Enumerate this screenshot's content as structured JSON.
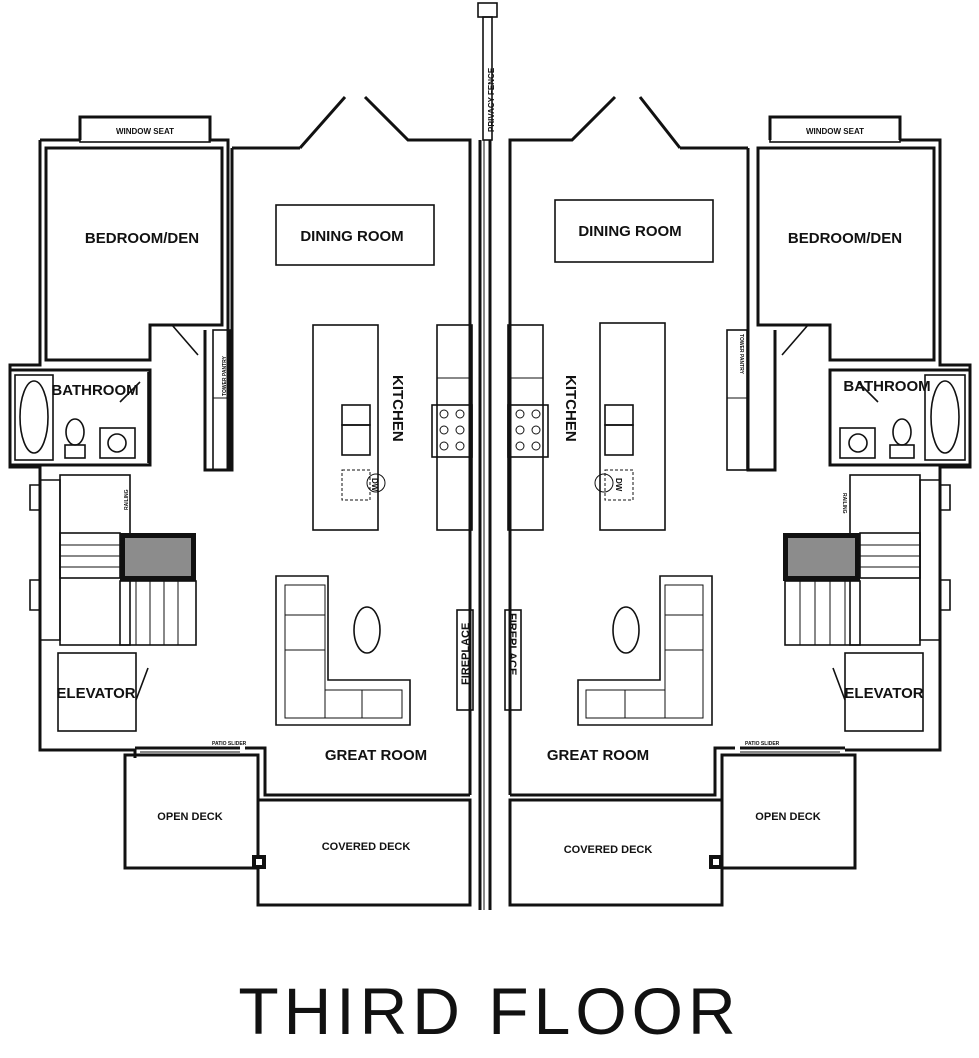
{
  "title": "THIRD FLOOR",
  "labels": {
    "privacy_fence": "PRIVACY FENCE",
    "window_seat": "WINDOW SEAT",
    "bedroom_den": "BEDROOM/DEN",
    "dining_room": "DINING ROOM",
    "tower_pantry": "TOWER PANTRY",
    "bathroom": "BATHROOM",
    "kitchen": "KITCHEN",
    "dw": "DW",
    "railing": "RAILING",
    "fireplace": "FIREPLACE",
    "elevator": "ELEVATOR",
    "patio_slider": "PATIO SLIDER",
    "great_room": "GREAT ROOM",
    "open_deck": "OPEN DECK",
    "covered_deck": "COVERED DECK"
  },
  "colors": {
    "line": "#111111",
    "background": "#ffffff",
    "stair_fill": "#8c8c8c"
  }
}
